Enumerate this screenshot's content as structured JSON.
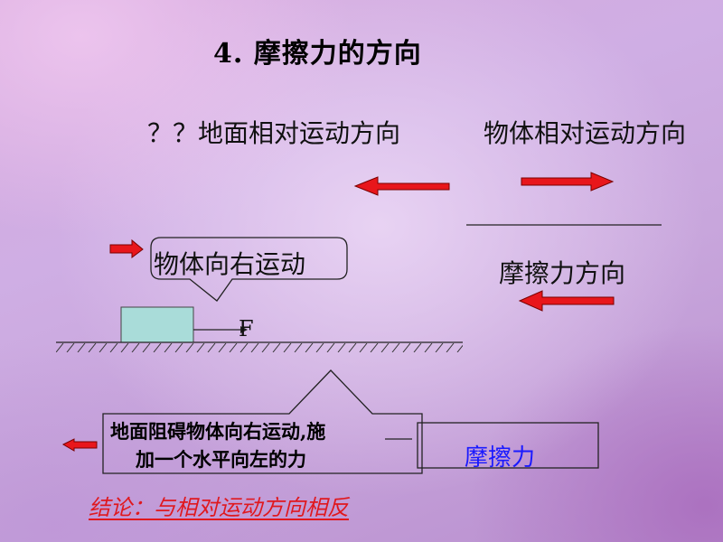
{
  "slide": {
    "title": "4. 摩擦力的方向",
    "ground_relative_motion": "？？地面相对运动方向",
    "object_relative_motion": "物体相对运动方向",
    "friction_direction": "摩擦力方向",
    "bubble_text": "物体向右运动",
    "force_label": "F",
    "explain_line1": "地面阻碍物体向右运动,施",
    "explain_line2": "加一个水平向左的力",
    "friction_word": "摩擦力",
    "conclusion": "结论：与相对运动方向相反"
  },
  "colors": {
    "arrow_red": "#e8161b",
    "block_fill": "#a9dcd9",
    "friction_text": "#1a1aff",
    "conclusion_text": "#e0181e"
  }
}
